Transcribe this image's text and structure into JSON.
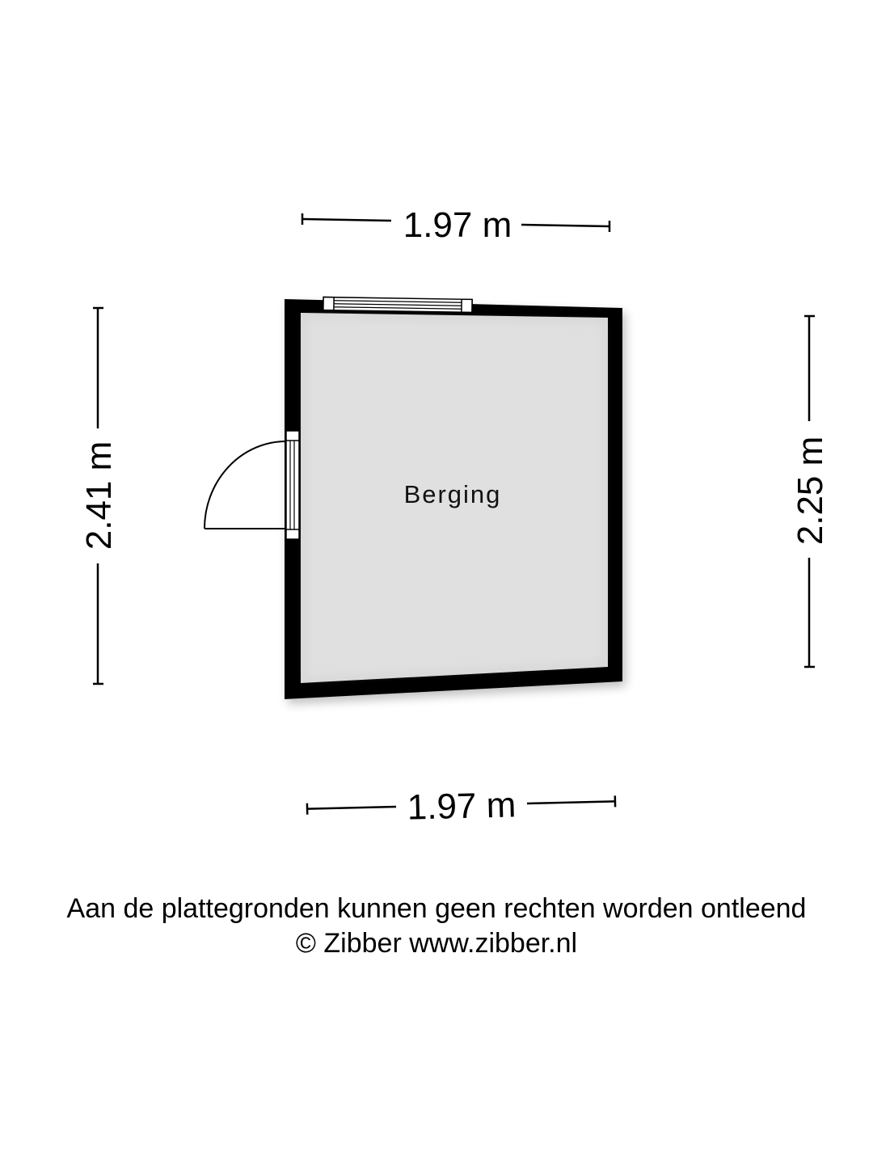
{
  "floorplan": {
    "room": {
      "label": "Berging",
      "fill": "#dcdcdc",
      "wall_color": "#000000"
    },
    "dimensions": {
      "top": "1.97 m",
      "bottom": "1.97 m",
      "left": "2.41 m",
      "right": "2.25 m"
    },
    "openings": {
      "window": "window-top-wall",
      "door": "door-left-wall"
    }
  },
  "footer": {
    "disclaimer": "Aan de plattegronden kunnen geen rechten worden ontleend",
    "credit": "© Zibber www.zibber.nl"
  }
}
